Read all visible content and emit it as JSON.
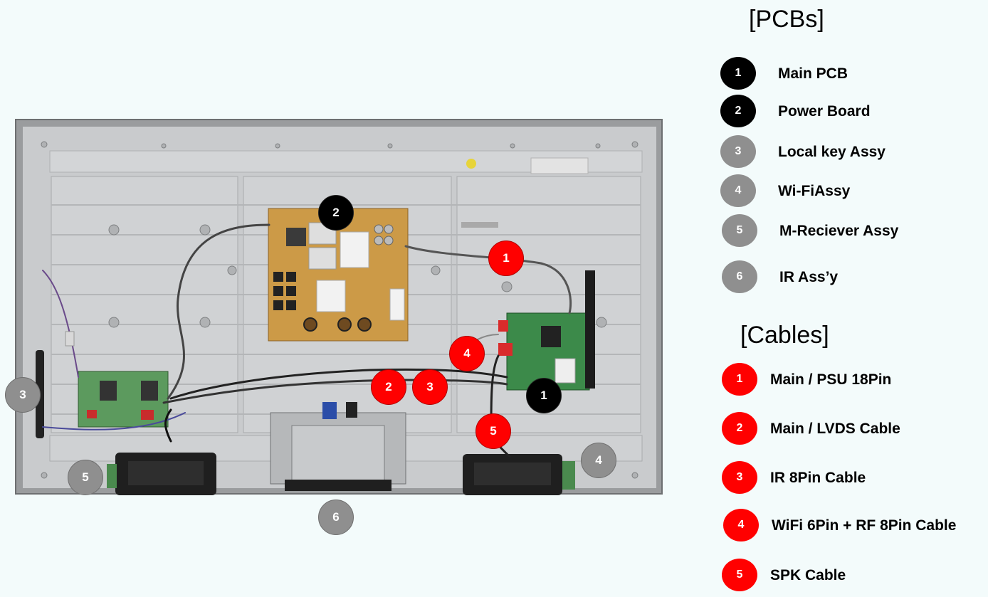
{
  "pcbs": {
    "title": "[PCBs]",
    "items": [
      {
        "num": "1",
        "label": "Main PCB",
        "color": "black"
      },
      {
        "num": "2",
        "label": "Power Board",
        "color": "black"
      },
      {
        "num": "3",
        "label": "Local key Assy",
        "color": "gray"
      },
      {
        "num": "4",
        "label": "Wi-FiAssy",
        "color": "gray"
      },
      {
        "num": "5",
        "label": "M-Reciever Assy",
        "color": "gray"
      },
      {
        "num": "6",
        "label": "IR  Ass’y",
        "color": "gray"
      }
    ]
  },
  "cables": {
    "title": "[Cables]",
    "items": [
      {
        "num": "1",
        "label": "Main / PSU 18Pin",
        "color": "red"
      },
      {
        "num": "2",
        "label": "Main / LVDS Cable",
        "color": "red"
      },
      {
        "num": "3",
        "label": "IR 8Pin Cable",
        "color": "red"
      },
      {
        "num": "4",
        "label": "WiFi 6Pin + RF 8Pin Cable",
        "color": "red"
      },
      {
        "num": "5",
        "label": "SPK Cable",
        "color": "red"
      }
    ]
  },
  "markers": [
    {
      "num": "2",
      "color": "black"
    },
    {
      "num": "1",
      "color": "black"
    },
    {
      "num": "1",
      "color": "red"
    },
    {
      "num": "4",
      "color": "red"
    },
    {
      "num": "2",
      "color": "red"
    },
    {
      "num": "3",
      "color": "red"
    },
    {
      "num": "5",
      "color": "red"
    },
    {
      "num": "3",
      "color": "gray"
    },
    {
      "num": "4",
      "color": "gray"
    },
    {
      "num": "5",
      "color": "gray"
    },
    {
      "num": "6",
      "color": "gray"
    }
  ],
  "colors": {
    "black": "#000000",
    "gray": "#8f8f8f",
    "red": "#ff0000",
    "background": "#f3fbfb"
  }
}
